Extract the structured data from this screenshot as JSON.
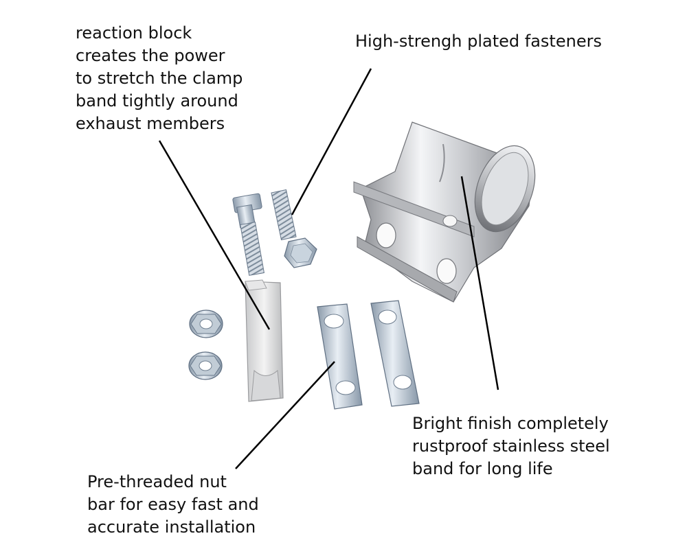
{
  "callouts": {
    "reaction_block": {
      "lines": [
        "reaction block",
        "creates the power",
        "to stretch the clamp",
        "band tightly around",
        "exhaust members"
      ]
    },
    "fasteners": {
      "lines": [
        "High-strengh plated fasteners"
      ]
    },
    "band": {
      "lines": [
        "Bright finish completely",
        "rustproof stainless steel",
        "band for long life"
      ]
    },
    "nut_bar": {
      "lines": [
        "Pre-threaded nut",
        "bar for easy fast and",
        "accurate installation"
      ]
    }
  }
}
